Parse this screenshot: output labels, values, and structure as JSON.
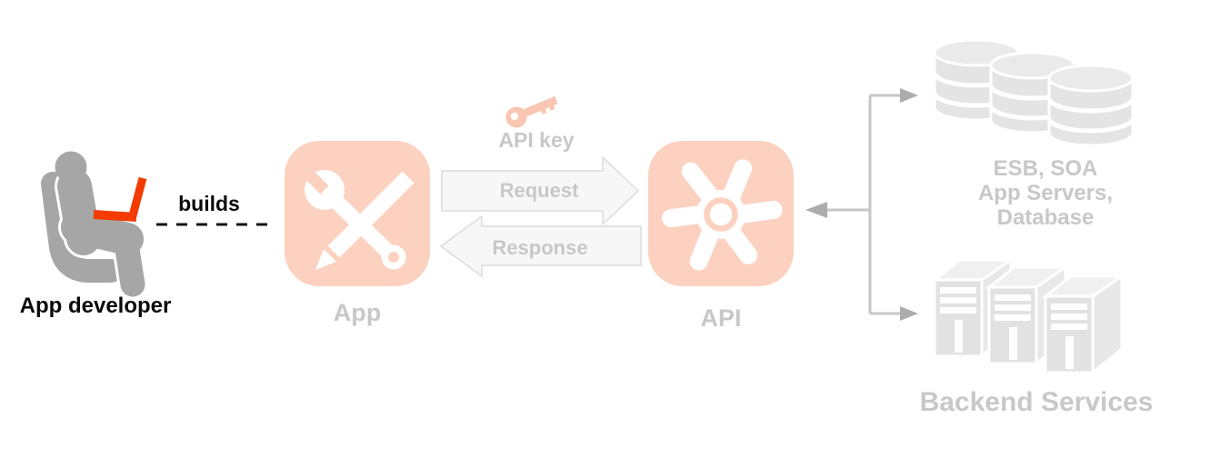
{
  "diagram": {
    "developer": {
      "label": "App developer"
    },
    "edge_builds": {
      "label": "builds"
    },
    "app_node": {
      "label": "App"
    },
    "api_key": {
      "label": "API key"
    },
    "request_arrow": {
      "label": "Request"
    },
    "response_arrow": {
      "label": "Response"
    },
    "api_node": {
      "label": "API"
    },
    "backend_systems": {
      "lines": [
        "ESB, SOA",
        "App Servers,",
        "Database"
      ]
    },
    "backend_services": {
      "label": "Backend Services"
    }
  },
  "icons": {
    "developer": "person-with-laptop-icon",
    "app": "wrench-and-pencil-icon",
    "api_key": "key-icon",
    "api": "gear-pinwheel-icon",
    "backend_systems": "database-stack-icon",
    "backend_services": "server-stack-icon"
  },
  "colors": {
    "node_fill": "#fcd1c0",
    "laptop_orange": "#f33b00",
    "figure_gray": "#a6a6a6",
    "muted_label_gray": "#c8c8c8",
    "black_label": "#0a0a0a",
    "flow_arrow_fill": "#f7f7f7",
    "flow_arrow_stroke": "#dcdcdc",
    "connector_gray": "#c6c6c6",
    "backend_icon_gray": "#e4e4e4"
  }
}
